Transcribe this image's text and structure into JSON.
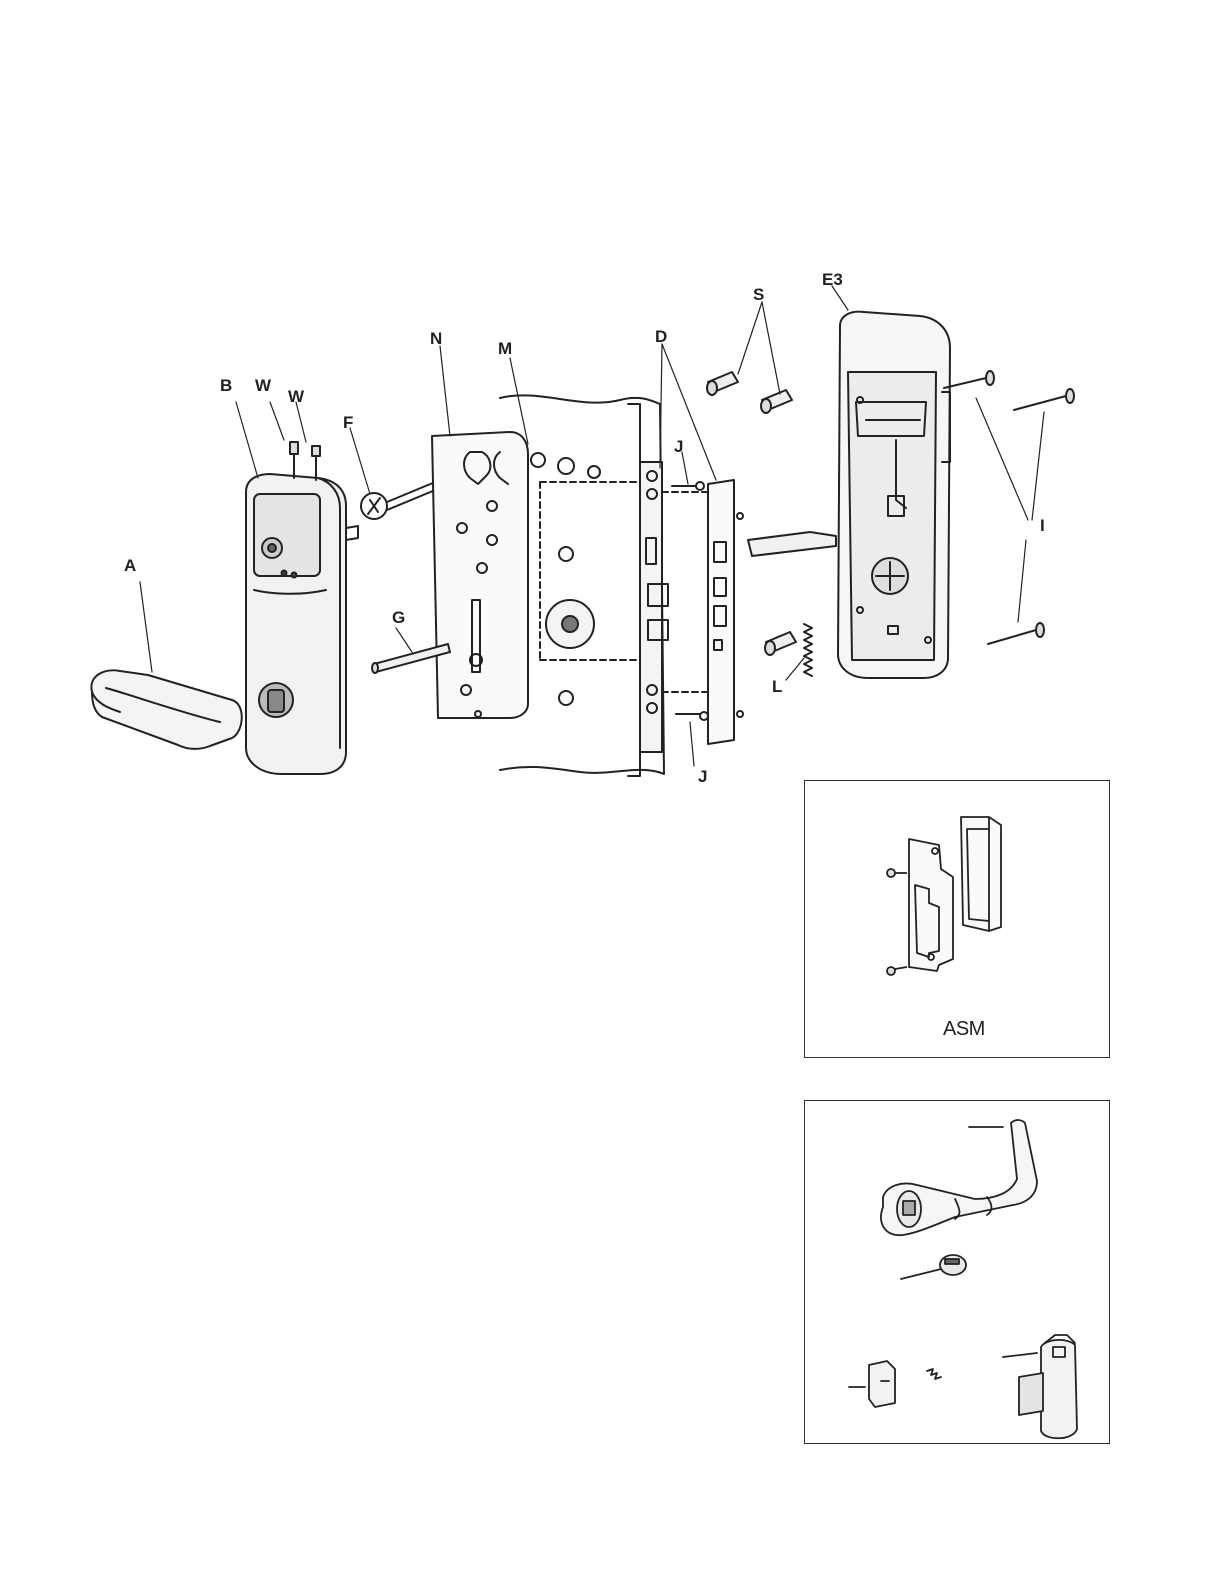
{
  "labels": {
    "A": "A",
    "B": "B",
    "W1": "W",
    "W2": "W",
    "F": "F",
    "N": "N",
    "M": "M",
    "G": "G",
    "D": "D",
    "J1": "J",
    "J2": "J",
    "S": "S",
    "E3": "E3",
    "I": "I",
    "L": "L"
  },
  "insets": {
    "asm_caption": "ASM"
  }
}
